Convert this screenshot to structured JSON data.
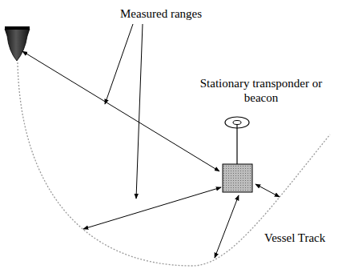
{
  "diagram": {
    "labels": [
      "Measured ranges",
      "Stationary transponder or beacon",
      "Vessel Track"
    ]
  }
}
